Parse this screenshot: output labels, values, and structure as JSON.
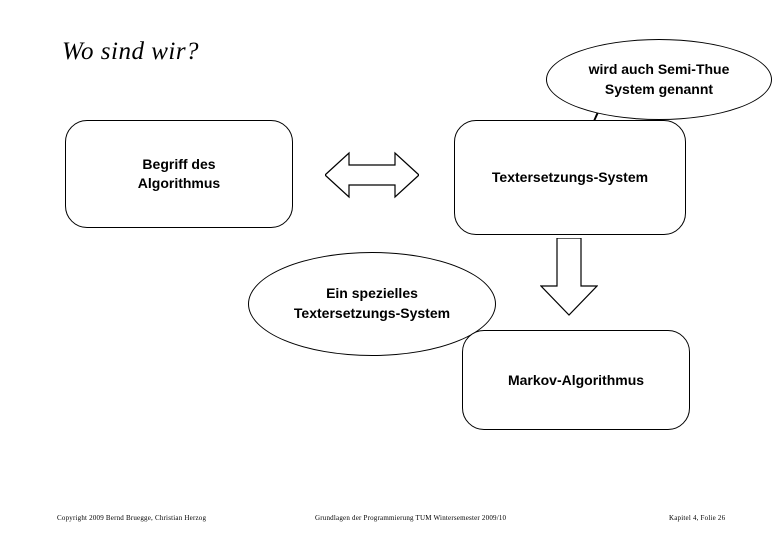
{
  "slide": {
    "title": "Wo sind wir?",
    "background_color": "#ffffff",
    "line_color": "#000000"
  },
  "boxes": {
    "begriff": "Begriff des\nAlgorithmus",
    "begriff_line1": "Begriff des",
    "begriff_line2": "Algorithmus",
    "textersetzungs_system": "Textersetzungs-System",
    "markov": "Markov-Algorithmus"
  },
  "callouts": {
    "semi_thue_line1": "wird auch Semi-Thue",
    "semi_thue_line2": "System genannt",
    "spezielles_line1": "Ein spezielles",
    "spezielles_line2": "Textersetzungs-System"
  },
  "arrows": {
    "left_right": "double-headed-horizontal-arrow",
    "down": "down-block-arrow"
  },
  "footer": {
    "copyright": "Copyright 2009 Bernd Bruegge, Christian Herzog",
    "center": "Grundlagen der Programmierung  TUM Wintersemester 2009/10",
    "right": "Kapitel 4, Folie 26"
  }
}
